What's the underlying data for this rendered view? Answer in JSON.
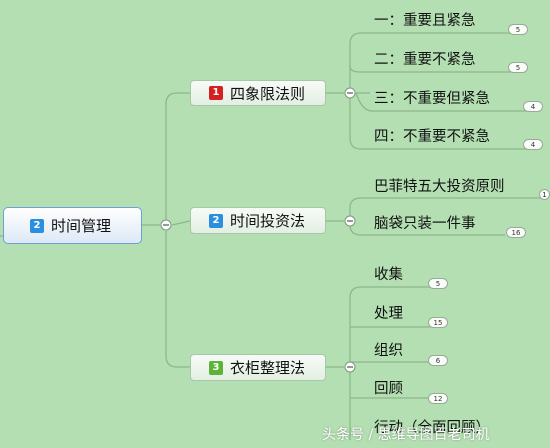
{
  "root": {
    "badge": "2",
    "label": "时间管理",
    "badge_color": "#2a8fe0"
  },
  "branches": [
    {
      "badge": "1",
      "badge_color": "#d42020",
      "label": "四象限法则",
      "leaves": [
        {
          "label": "一：重要且紧急",
          "count": "5"
        },
        {
          "label": "二：重要不紧急",
          "count": "5"
        },
        {
          "label": "三：不重要但紧急",
          "count": "4"
        },
        {
          "label": "四：不重要不紧急",
          "count": "4"
        }
      ]
    },
    {
      "badge": "2",
      "badge_color": "#2a8fe0",
      "label": "时间投资法",
      "leaves": [
        {
          "label": "巴菲特五大投资原则",
          "count": "1"
        },
        {
          "label": "脑袋只装一件事",
          "count": "16"
        }
      ]
    },
    {
      "badge": "3",
      "badge_color": "#5cb338",
      "label": "衣柜整理法",
      "leaves": [
        {
          "label": "收集",
          "count": "5"
        },
        {
          "label": "处理",
          "count": "15"
        },
        {
          "label": "组织",
          "count": "6"
        },
        {
          "label": "回顾",
          "count": "12"
        },
        {
          "label": "行动（全面回顾）",
          "count": ""
        }
      ]
    }
  ],
  "watermark": "头条号 / 思维导图百老司机",
  "colors": {
    "background": "#b4dfb2",
    "connector": "#8db88b",
    "root_border": "#6f9fd8"
  }
}
